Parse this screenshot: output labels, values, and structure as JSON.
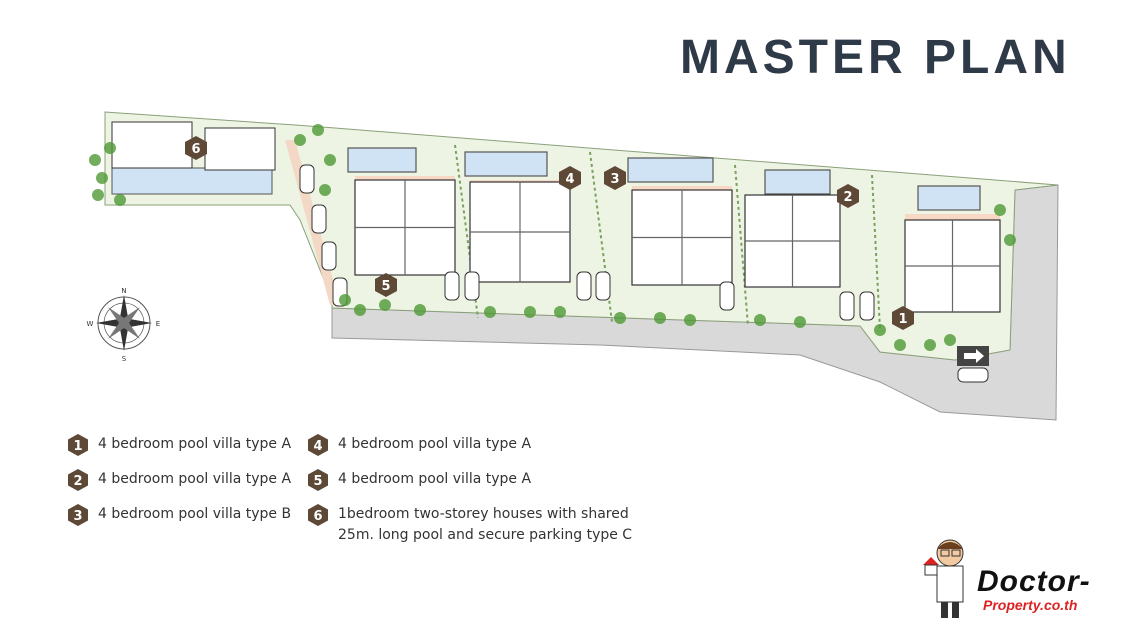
{
  "title": "MASTER PLAN",
  "compass": {
    "n": "N",
    "s": "S",
    "e": "E",
    "w": "W"
  },
  "colors": {
    "badge": "#5e4836",
    "lawn": "#eef4e3",
    "road": "#d9d9d9",
    "pool": "#cfe3f4",
    "deck": "#f6d8c4",
    "tree": "#4f9a36",
    "title": "#2e3a48"
  },
  "markers": [
    "6",
    "5",
    "4",
    "3",
    "2",
    "1"
  ],
  "legend": [
    {
      "num": "1",
      "lines": [
        "4 bedroom pool villa type A"
      ]
    },
    {
      "num": "2",
      "lines": [
        "4 bedroom pool villa type A"
      ]
    },
    {
      "num": "3",
      "lines": [
        "4 bedroom pool villa type B"
      ]
    },
    {
      "num": "4",
      "lines": [
        "4 bedroom pool villa type A"
      ]
    },
    {
      "num": "5",
      "lines": [
        "4 bedroom pool villa type A"
      ]
    },
    {
      "num": "6",
      "lines": [
        "1bedroom two-storey houses with shared",
        "25m. long pool and secure parking type C"
      ]
    }
  ],
  "logo": {
    "line1": "Doctor-",
    "line2": "Property.co.th"
  }
}
